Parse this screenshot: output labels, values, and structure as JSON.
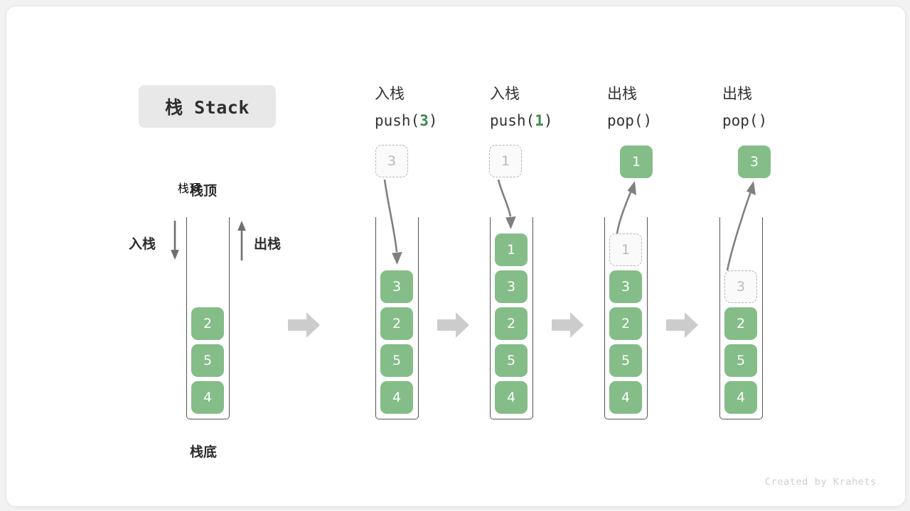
{
  "title": {
    "text": "栈 Stack"
  },
  "labels": {
    "top": "栈顶",
    "bottom": "栈底",
    "push": "入栈",
    "pop": "出栈"
  },
  "colors": {
    "element_fill": "#84bd87",
    "element_text": "#ffffff",
    "ghost_fill": "#fafafa",
    "ghost_border": "#b5b5b5",
    "ghost_text": "#b9b9b9",
    "accent_green_text": "#3b8a4e",
    "arrow_gray": "#808080",
    "separator_gray": "#cccccc",
    "container_border": "#555555",
    "badge_bg": "#e8e8e8",
    "card_bg": "#ffffff",
    "page_bg": "#f2f2f2"
  },
  "columns": [
    {
      "id": "initial",
      "head_cjk": "",
      "head_code": "",
      "annotations": {
        "top": "栈顶",
        "bottom": "栈底",
        "left_arrow": "入栈",
        "right_arrow": "出栈"
      },
      "floating": null,
      "slots": [
        "",
        "",
        "2",
        "5",
        "4"
      ],
      "slot_states": [
        "empty",
        "empty",
        "filled",
        "filled",
        "filled"
      ]
    },
    {
      "id": "push-3",
      "head_cjk": "入栈",
      "head_code_pre": "push(",
      "head_code_arg": "3",
      "head_code_post": ")",
      "floating": {
        "value": "3",
        "state": "ghost"
      },
      "arrow": "down",
      "slots": [
        "",
        "3",
        "2",
        "5",
        "4"
      ],
      "slot_states": [
        "empty",
        "filled",
        "filled",
        "filled",
        "filled"
      ]
    },
    {
      "id": "push-1",
      "head_cjk": "入栈",
      "head_code_pre": "push(",
      "head_code_arg": "1",
      "head_code_post": ")",
      "floating": {
        "value": "1",
        "state": "ghost"
      },
      "arrow": "down",
      "slots": [
        "1",
        "3",
        "2",
        "5",
        "4"
      ],
      "slot_states": [
        "filled",
        "filled",
        "filled",
        "filled",
        "filled"
      ]
    },
    {
      "id": "pop-1",
      "head_cjk": "出栈",
      "head_code_pre": "pop(",
      "head_code_arg": "",
      "head_code_post": ")",
      "floating": {
        "value": "1",
        "state": "filled"
      },
      "arrow": "up",
      "slots": [
        "1",
        "3",
        "2",
        "5",
        "4"
      ],
      "slot_states": [
        "ghost",
        "filled",
        "filled",
        "filled",
        "filled"
      ]
    },
    {
      "id": "pop-3",
      "head_cjk": "出栈",
      "head_code_pre": "pop(",
      "head_code_arg": "",
      "head_code_post": ")",
      "floating": {
        "value": "3",
        "state": "filled"
      },
      "arrow": "up",
      "slots": [
        "",
        "3",
        "2",
        "5",
        "4"
      ],
      "slot_states": [
        "empty",
        "ghost",
        "filled",
        "filled",
        "filled"
      ]
    }
  ],
  "separators": [
    "step-arrow-1",
    "step-arrow-2",
    "step-arrow-3",
    "step-arrow-4"
  ],
  "credit": "Created by Krahets"
}
